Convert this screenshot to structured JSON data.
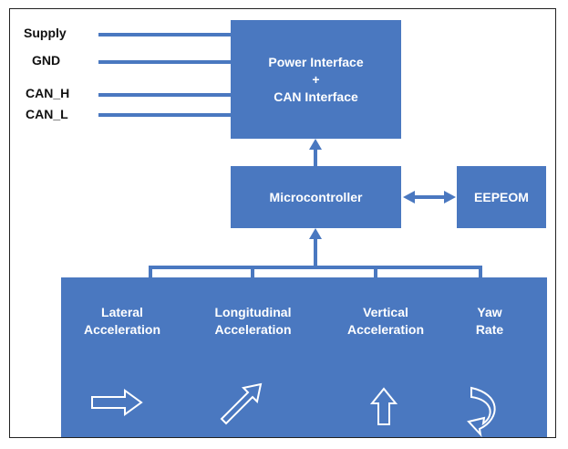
{
  "signals": [
    "Supply",
    "GND",
    "CAN_H",
    "CAN_L"
  ],
  "blocks": {
    "power": {
      "line1": "Power Interface",
      "plus": "+",
      "line2": "CAN Interface"
    },
    "micro": {
      "label": "Microcontroller"
    },
    "eeprom": {
      "label": "EEPEOM"
    }
  },
  "sensors": [
    {
      "line1": "Lateral",
      "line2": "Acceleration",
      "icon": "right-arrow-icon"
    },
    {
      "line1": "Longitudinal",
      "line2": "Acceleration",
      "icon": "diagonal-arrow-icon"
    },
    {
      "line1": "Vertical",
      "line2": "Acceleration",
      "icon": "up-arrow-icon"
    },
    {
      "line1": "Yaw",
      "line2": "Rate",
      "icon": "curved-arrow-icon"
    }
  ],
  "colors": {
    "block": "#4a78c0",
    "connector": "#4a78c0",
    "text": "#ffffff"
  }
}
